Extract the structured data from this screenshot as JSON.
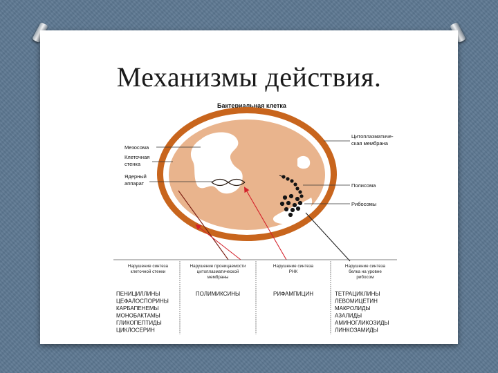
{
  "slide": {
    "title": "Механизмы действия."
  },
  "diagram": {
    "header": "Бактериальная клетка",
    "labels": {
      "mesosome": "Мезосома",
      "cell_wall_1": "Клеточная",
      "cell_wall_2": "стенка",
      "nucleus_1": "Ядерный",
      "nucleus_2": "аппарат",
      "membrane_1": "Цитоплазматиче-",
      "membrane_2": "ская мембрана",
      "polysome": "Полисома",
      "ribosomes": "Рибосомы"
    },
    "columns": [
      {
        "heading": [
          "Нарушение синтеза",
          "клеточной стенки"
        ],
        "drugs": [
          "ПЕНИЦИЛЛИНЫ",
          "ЦЕФАЛОСПОРИНЫ",
          "КАРБАПЕНЕМЫ",
          "МОНОБАКТАМЫ",
          "ГЛИКОПЕПТИДЫ",
          "ЦИКЛОСЕРИН"
        ]
      },
      {
        "heading": [
          "Нарушение проницаемости",
          "цитоплазматической",
          "мембраны"
        ],
        "drugs": [
          "ПОЛИМИКСИНЫ"
        ]
      },
      {
        "heading": [
          "Нарушение синтеза",
          "РНК"
        ],
        "drugs": [
          "РИФАМПИЦИН"
        ]
      },
      {
        "heading": [
          "Нарушение синтеза",
          "белка на уровне",
          "рибосом"
        ],
        "drugs": [
          "ТЕТРАЦИКЛИНЫ",
          "ЛЕВОМИЦЕТИН",
          "МАКРОЛИДЫ",
          "АЗАЛИДЫ",
          "АМИНОГЛИКОЗИДЫ",
          "ЛИНКОЗАМИДЫ"
        ]
      }
    ],
    "colors": {
      "cell_wall": "#c8651d",
      "cytoplasm": "#e9b48d",
      "arrow": "#d4202a",
      "ribosome": "#141414"
    }
  }
}
